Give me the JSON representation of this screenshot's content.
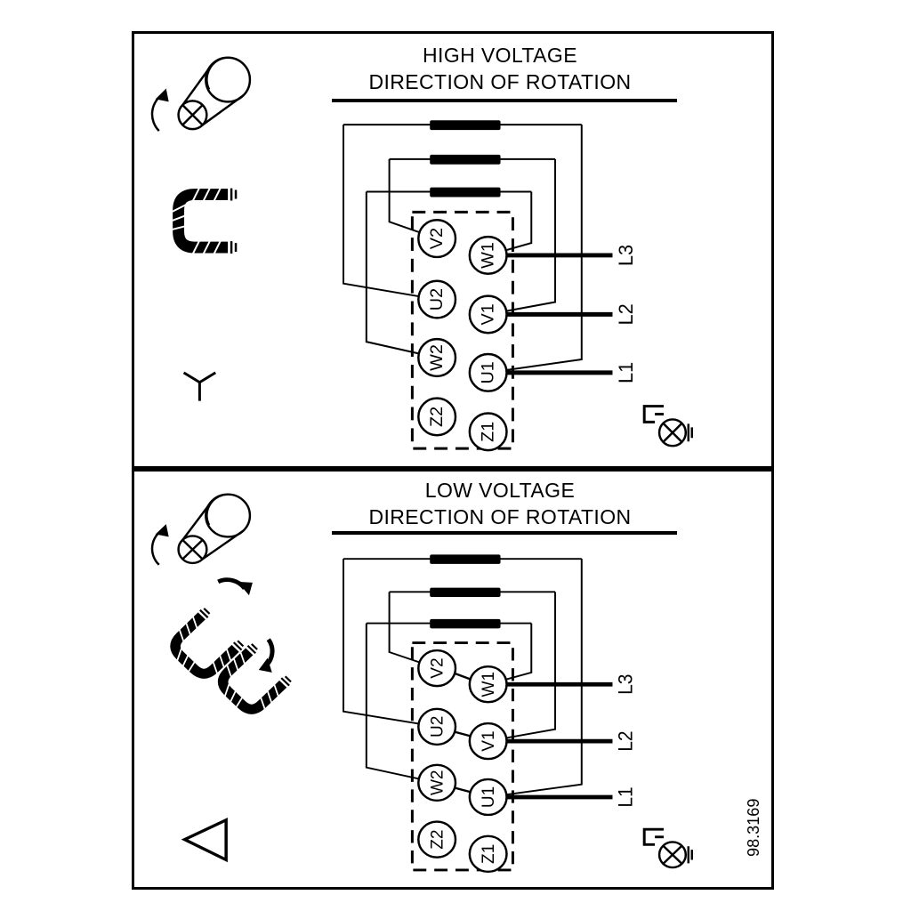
{
  "figure_number": "98.3169",
  "panels": [
    {
      "name": "high-voltage",
      "title_line1": "HIGH VOLTAGE",
      "title_line2": "DIRECTION OF ROTATION",
      "connection": "star",
      "terminals": {
        "left": [
          "V2",
          "U2",
          "W2",
          "Z2"
        ],
        "right": [
          "W1",
          "V1",
          "U1",
          "Z1"
        ]
      },
      "supply_lines": [
        "L3",
        "L2",
        "L1"
      ]
    },
    {
      "name": "low-voltage",
      "title_line1": "LOW VOLTAGE",
      "title_line2": "DIRECTION OF ROTATION",
      "connection": "delta",
      "terminals": {
        "left": [
          "V2",
          "U2",
          "W2",
          "Z2"
        ],
        "right": [
          "W1",
          "V1",
          "U1",
          "Z1"
        ]
      },
      "supply_lines": [
        "L3",
        "L2",
        "L1"
      ]
    }
  ],
  "colors": {
    "line": "#000000",
    "background": "#ffffff"
  },
  "icons": {
    "screw": "screw-with-rotation-arrow-icon",
    "jumper_link": "terminal-jumper-link-icon",
    "star": "star-connection-icon",
    "delta": "delta-connection-icon",
    "ground": "grounding-screw-icon"
  }
}
